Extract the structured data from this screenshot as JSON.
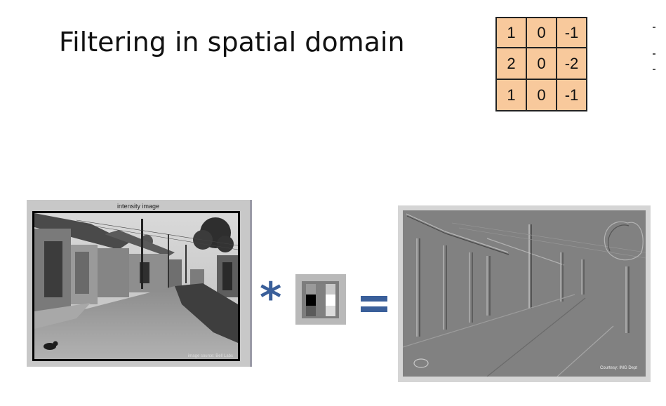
{
  "slide": {
    "title": "Filtering in spatial domain"
  },
  "kernel": {
    "rows": [
      [
        "1",
        "0",
        "-1"
      ],
      [
        "2",
        "0",
        "-2"
      ],
      [
        "1",
        "0",
        "-1"
      ]
    ],
    "fill_color": "#f8c99c"
  },
  "intensity_image": {
    "caption": "intensity image",
    "credit": "image source: Bell Labs"
  },
  "operators": {
    "convolve": "*",
    "equals": "="
  },
  "output_image": {
    "credit": "Courtesy: IMG Dept"
  },
  "colors": {
    "operator": "#3a5f9a",
    "kernel_bg": "#f8c99c"
  }
}
